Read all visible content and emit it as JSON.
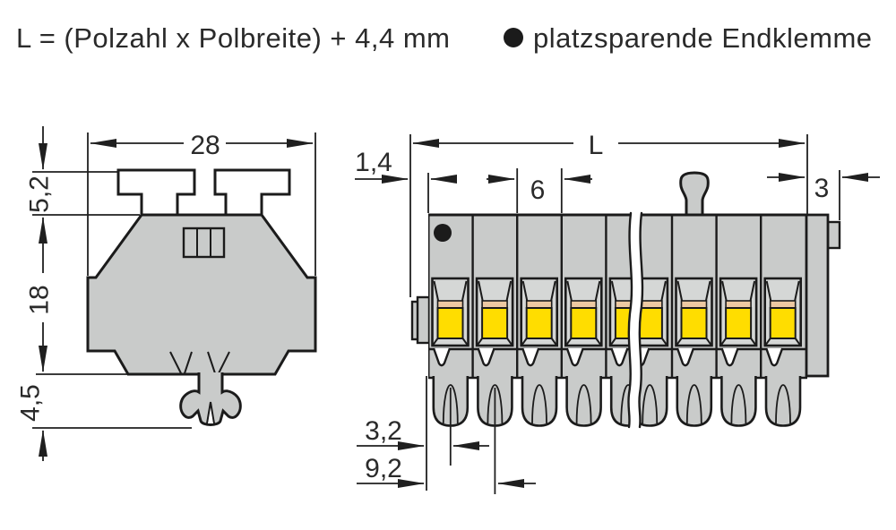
{
  "header": {
    "formula": "L = (Polzahl x Polbreite) + 4,4 mm",
    "bullet_glyph": "●",
    "bullet_note": "platzsparende Endklemme"
  },
  "front_view": {
    "dim_width": "28",
    "dim_tab_height": "5,2",
    "dim_body_height": "18",
    "dim_foot_height": "4,5"
  },
  "side_view": {
    "dim_total_length": "L",
    "dim_left_end": "1,4",
    "dim_pole_pitch": "6",
    "dim_right_end": "3",
    "dim_foot_offset_first": "3,2",
    "dim_foot_offset_second": "9,2"
  },
  "colors": {
    "background": "#ffffff",
    "body_gray": "#c9cbca",
    "frame_light_gray": "#d5d7d6",
    "outline_black": "#1b1b1b",
    "clamp_yellow": "#ffdd00",
    "clamp_tan": "#edc9a2",
    "dimension_line": "#1f1f1f"
  }
}
